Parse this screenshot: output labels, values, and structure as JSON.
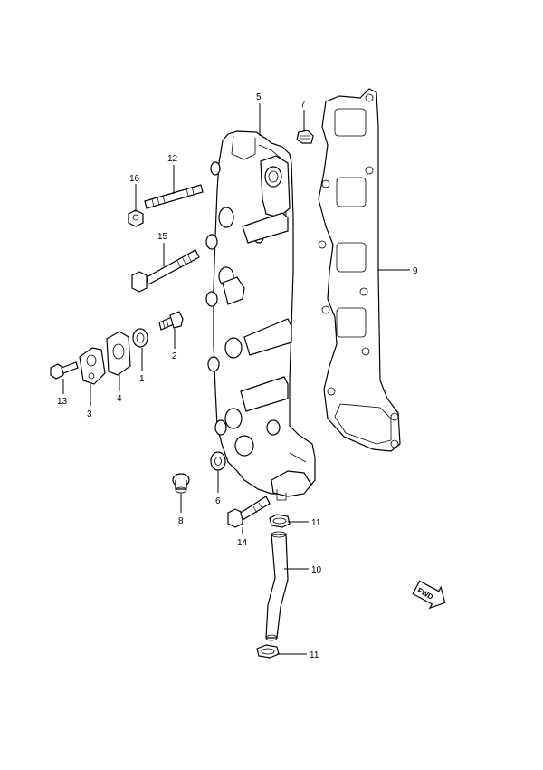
{
  "callouts": [
    {
      "id": "c5",
      "label": "5"
    },
    {
      "id": "c7",
      "label": "7"
    },
    {
      "id": "c12",
      "label": "12"
    },
    {
      "id": "c16",
      "label": "16"
    },
    {
      "id": "c15",
      "label": "15"
    },
    {
      "id": "c9",
      "label": "9"
    },
    {
      "id": "c2",
      "label": "2"
    },
    {
      "id": "c1",
      "label": "1"
    },
    {
      "id": "c4",
      "label": "4"
    },
    {
      "id": "c3",
      "label": "3"
    },
    {
      "id": "c13",
      "label": "13"
    },
    {
      "id": "c6",
      "label": "6"
    },
    {
      "id": "c8",
      "label": "8"
    },
    {
      "id": "c14",
      "label": "14"
    },
    {
      "id": "c11a",
      "label": "11"
    },
    {
      "id": "c10",
      "label": "10"
    },
    {
      "id": "c11b",
      "label": "11"
    }
  ],
  "fwd_badge": "FWD"
}
